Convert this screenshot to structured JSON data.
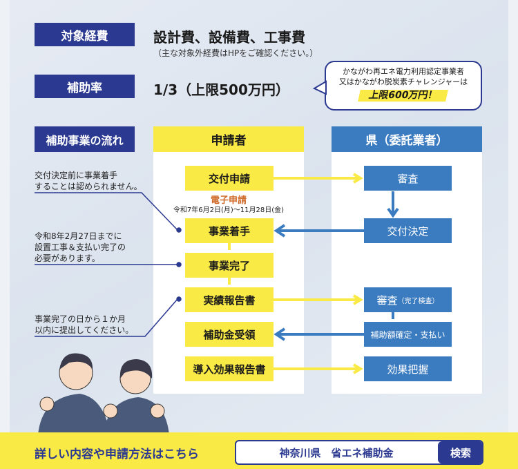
{
  "expenses": {
    "label": "対象経費",
    "value": "設計費、設備費、工事費",
    "note": "（主な対象外経費はHPをご確認ください。）"
  },
  "rate": {
    "label": "補助率",
    "value": "1/3（上限500万円）",
    "bubble_line1": "かながわ再エネ電力利用認定事業者",
    "bubble_line2": "又はかながわ脱炭素チャレンジャーは",
    "bubble_highlight": "上限600万円！"
  },
  "flow": {
    "label": "補助事業の流れ",
    "applicant_header": "申請者",
    "county_header": "県（委託業者）",
    "applicant_steps": [
      "交付申請",
      "事業着手",
      "事業完了",
      "実績報告書",
      "補助金受領",
      "導入効果報告書"
    ],
    "county_steps": [
      "審査",
      "交付決定",
      "審査",
      "補助額確定・支払い",
      "効果把握"
    ],
    "county_step3_sub": "（完了検査）",
    "e_application": "電子申請",
    "period": "令和7年6月2日(月)～11月28日(金)",
    "notes": [
      "交付決定前に事業着手",
      "することは認められません。",
      "令和8年2月27日までに",
      "設置工事＆支払い完了の",
      "必要があります。",
      "事業完了の日から１か月",
      "以内に提出してください。"
    ]
  },
  "footer": {
    "text": "詳しい内容や申請方法はこちら",
    "search_value": "神奈川県　省エネ補助金",
    "search_button": "検索"
  },
  "colors": {
    "navy": "#2b3990",
    "yellow": "#f9ea45",
    "blue": "#3b7cc0"
  }
}
